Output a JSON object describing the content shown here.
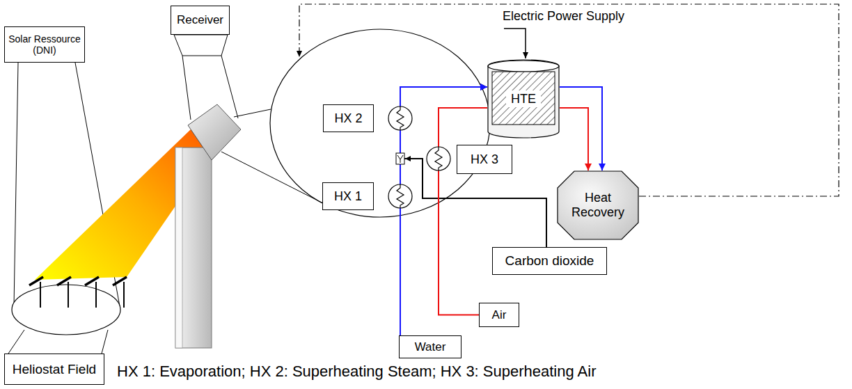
{
  "diagram": {
    "nodes": [
      {
        "text": [
          "Solar Ressource (DNI)"
        ]
      },
      {
        "text": [
          "Receiver"
        ]
      },
      {
        "text": [
          "HX 2"
        ]
      },
      {
        "text": [
          "HTE"
        ]
      },
      {
        "text": [
          "HX 3"
        ]
      },
      {
        "text": [
          "HX 1"
        ]
      },
      {
        "text": [
          "Heat Recovery"
        ]
      },
      {
        "text": [
          "Carbon dioxide"
        ]
      },
      {
        "text": [
          "Air"
        ]
      },
      {
        "text": [
          "Water"
        ]
      },
      {
        "text": [
          "Heliostat Field"
        ]
      }
    ],
    "edges": [
      {
        "from": 9,
        "to": 3,
        "arrow": "to"
      },
      {
        "from": 7,
        "to": 3,
        "arrow": "to"
      },
      {
        "from": 8,
        "to": 3,
        "arrow": "none"
      },
      {
        "from": 3,
        "to": 6,
        "arrow": "to"
      },
      {
        "from": 3,
        "to": 6,
        "arrow": "to"
      }
    ],
    "labels": [
      "Electric Power Supply",
      "HX 1: Evaporation; HX 2: Superheating Steam; HX 3: Superheating Air"
    ]
  }
}
